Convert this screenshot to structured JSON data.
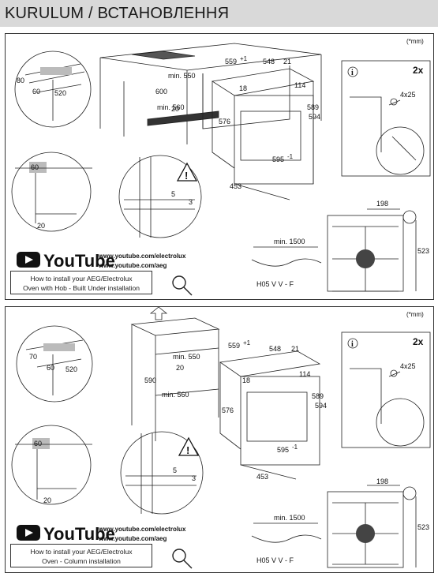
{
  "header": {
    "title": "KURULUM / ВСТАНОВЛЕННЯ"
  },
  "note": "(*mm)",
  "youtube": {
    "logo": "YouTube",
    "url1": "www.youtube.com/electrolux",
    "url2": "www.youtube.com/aeg"
  },
  "top": {
    "caption_line1": "How to install your AEG/Electrolux",
    "caption_line2": "Oven with Hob - Built Under installation",
    "dims": {
      "d80": "80",
      "d60a": "60",
      "d520": "520",
      "d600": "600",
      "dmin550": "min. 550",
      "d20a": "20",
      "dmin560": "min. 560",
      "d60b": "60",
      "d20b": "20",
      "d5": "5",
      "d3": "3"
    }
  },
  "bottom": {
    "caption_line1": "How to install your AEG/Electrolux",
    "caption_line2": "Oven - Column installation",
    "dims": {
      "d70": "70",
      "d60a": "60",
      "d520": "520",
      "d590": "590",
      "dmin550": "min. 550",
      "d20a": "20",
      "dmin560": "min. 560",
      "d60b": "60",
      "d20b": "20",
      "d5": "5",
      "d3": "3"
    }
  },
  "oven_dims": {
    "d559": "559",
    "d559_tol": "+1",
    "d548": "548",
    "d21": "21",
    "d18": "18",
    "d114": "114",
    "d576": "576",
    "d589": "589",
    "d594": "594",
    "d595": "595",
    "d595_tol": "-1",
    "d453": "453"
  },
  "screw": {
    "qty": "2x",
    "size": "4x25",
    "info": "i"
  },
  "cable": {
    "len": "min. 1500",
    "type": "H05 V V - F"
  },
  "hob": {
    "d198": "198",
    "d523": "523"
  }
}
